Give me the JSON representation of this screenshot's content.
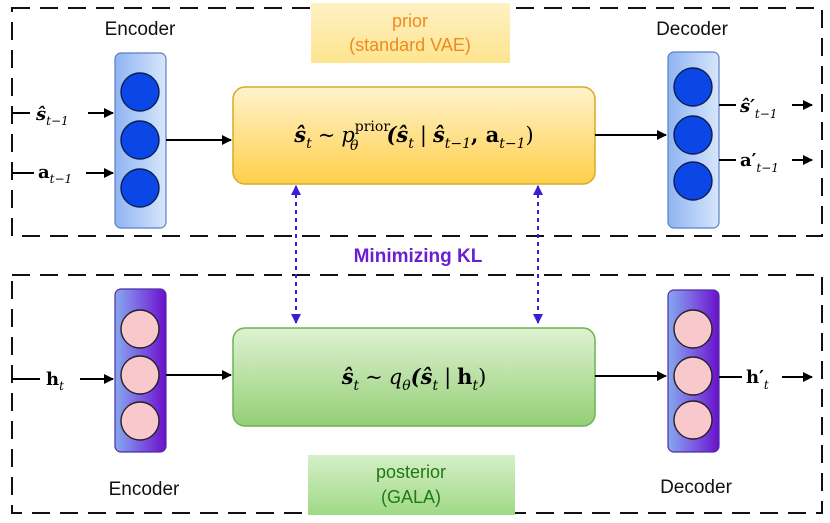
{
  "colors": {
    "prior_text": "#f08a1c",
    "prior_badge": "#fde68a",
    "posterior_text": "#1e7a12",
    "posterior_badge": "#b7e4a8",
    "kl_text": "#6a1fd1",
    "kl_arrow": "#3a1fd1",
    "encoder_circle_top": "#0a47e6",
    "encoder_circle_bottom": "#f8c8cc",
    "yellow_box": "#ffe08a",
    "green_box": "#a8d98a",
    "dash": "#111111"
  },
  "top": {
    "badge_line1": "prior",
    "badge_line2": "(standard VAE)",
    "encoder_label": "Encoder",
    "decoder_label": "Decoder",
    "inputs": [
      "ŝ",
      "a"
    ],
    "input_subs": [
      "t−1",
      "t−1"
    ],
    "outputs": [
      "ŝ′",
      "a′"
    ],
    "output_subs": [
      "t−1",
      "t−1"
    ],
    "formula_lhs": "ŝ",
    "formula_lhs_sub": "t",
    "formula_sim": "∼",
    "formula_p": "p",
    "formula_p_sup": "prior",
    "formula_p_sub": "θ",
    "formula_arg": "(ŝ",
    "formula_arg_sub": "t",
    "formula_bar": "|",
    "formula_s2": "ŝ",
    "formula_s2_sub": "t−1",
    "formula_comma": ", a",
    "formula_a_sub": "t−1",
    "formula_close": ")"
  },
  "middle": {
    "kl_label": "Minimizing KL"
  },
  "bottom": {
    "badge_line1": "posterior",
    "badge_line2": "(GALA)",
    "encoder_label": "Encoder",
    "decoder_label": "Decoder",
    "input": "h",
    "input_sub": "t",
    "output": "h′",
    "output_sub": "t",
    "formula_lhs": "ŝ",
    "formula_lhs_sub": "t",
    "formula_sim": "∼",
    "formula_q": "q",
    "formula_q_sub": "θ",
    "formula_arg": "(ŝ",
    "formula_arg_sub": "t",
    "formula_bar": "|",
    "formula_h": "h",
    "formula_h_sub": "t",
    "formula_close": ")"
  }
}
